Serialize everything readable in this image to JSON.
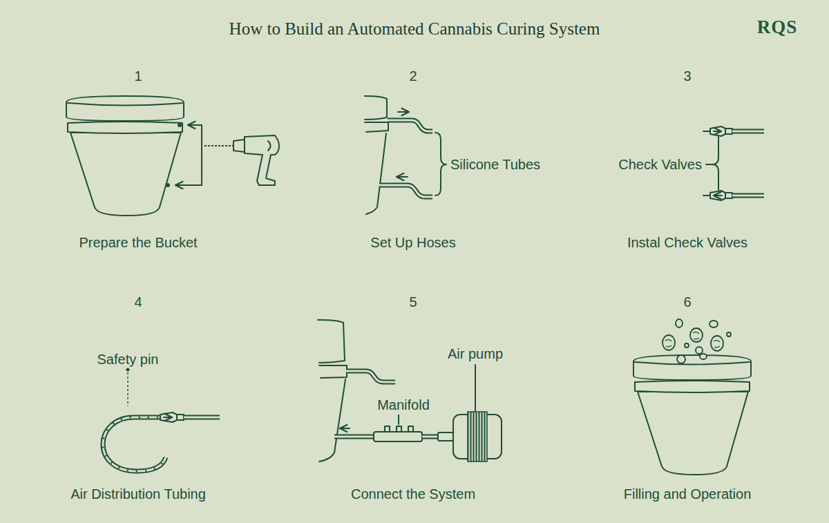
{
  "diagram": {
    "title": "How to Build an Automated Cannabis Curing System",
    "labels": [
      "RQS",
      "1",
      "Prepare the Bucket",
      "2",
      "Silicone Tubes",
      "Set Up Hoses",
      "3",
      "Check Valves",
      "Instal Check Valves",
      "4",
      "Safety pin",
      "Air Distribution Tubing",
      "5",
      "Manifold",
      "Air pump",
      "Connect the System",
      "6",
      "Filling and Operation"
    ]
  }
}
